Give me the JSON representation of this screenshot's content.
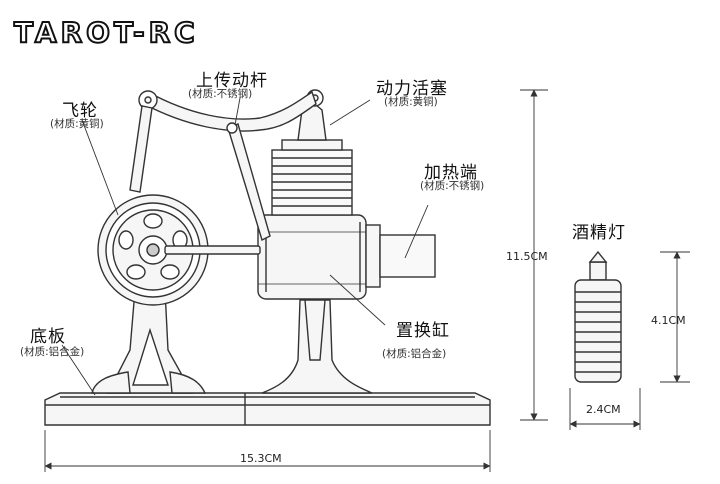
{
  "brand": "TAROT-RC",
  "labels": {
    "connecting_rod": {
      "name": "上传动杆",
      "material": "(材质:不锈钢)"
    },
    "flywheel": {
      "name": "飞轮",
      "material": "(材质:黄铜)"
    },
    "power_piston": {
      "name": "动力活塞",
      "material": "(材质:黄铜)"
    },
    "heating_end": {
      "name": "加热端",
      "material": "(材质:不锈钢)"
    },
    "displacer_cylinder": {
      "name": "置换缸",
      "material": "(材质:铝合金)"
    },
    "base": {
      "name": "底板",
      "material": "(材质:铝合金)"
    },
    "alcohol_lamp": {
      "name": "酒精灯"
    }
  },
  "dimensions": {
    "base_length": "15.3CM",
    "engine_height": "11.5CM",
    "lamp_height": "4.1CM",
    "lamp_width": "2.4CM"
  },
  "colors": {
    "line": "#333333",
    "fill": "#f4f4f4"
  }
}
